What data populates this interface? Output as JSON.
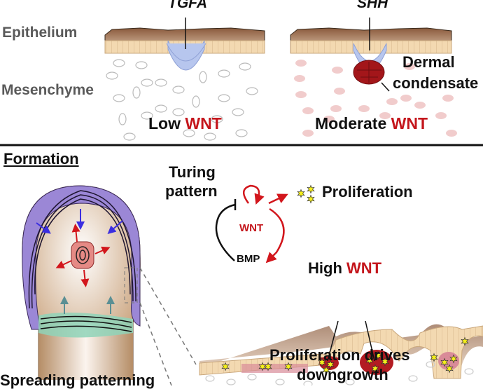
{
  "top": {
    "left_gene": "TGFA",
    "right_gene": "SHH",
    "epithelium_label": "Epithelium",
    "mesenchyme_label": "Mesenchyme",
    "dermal_label_line1": "Dermal",
    "dermal_label_line2": "condensate",
    "low_prefix": "Low",
    "moderate_prefix": "Moderate",
    "wnt": "WNT"
  },
  "bottom": {
    "section_title": "Formation",
    "turing_line1": "Turing",
    "turing_line2": "pattern",
    "wnt_node": "WNT",
    "bmp_node": "BMP",
    "proliferation": "Proliferation",
    "high_prefix": "High",
    "wnt": "WNT",
    "drives_line1": "Proliferation drives",
    "drives_line2": "downgrowth",
    "spreading": "Spreading patterning"
  },
  "colors": {
    "wnt_red": "#c4161c",
    "epithelium_tan": "#f3d9b1",
    "placode_blue": "#b7c6ee",
    "condensate_red": "#a3161a",
    "inhibitor_purple": "#9b87d6",
    "green_band": "#8fd3b8",
    "star_yellow": "#f5ef1a"
  }
}
